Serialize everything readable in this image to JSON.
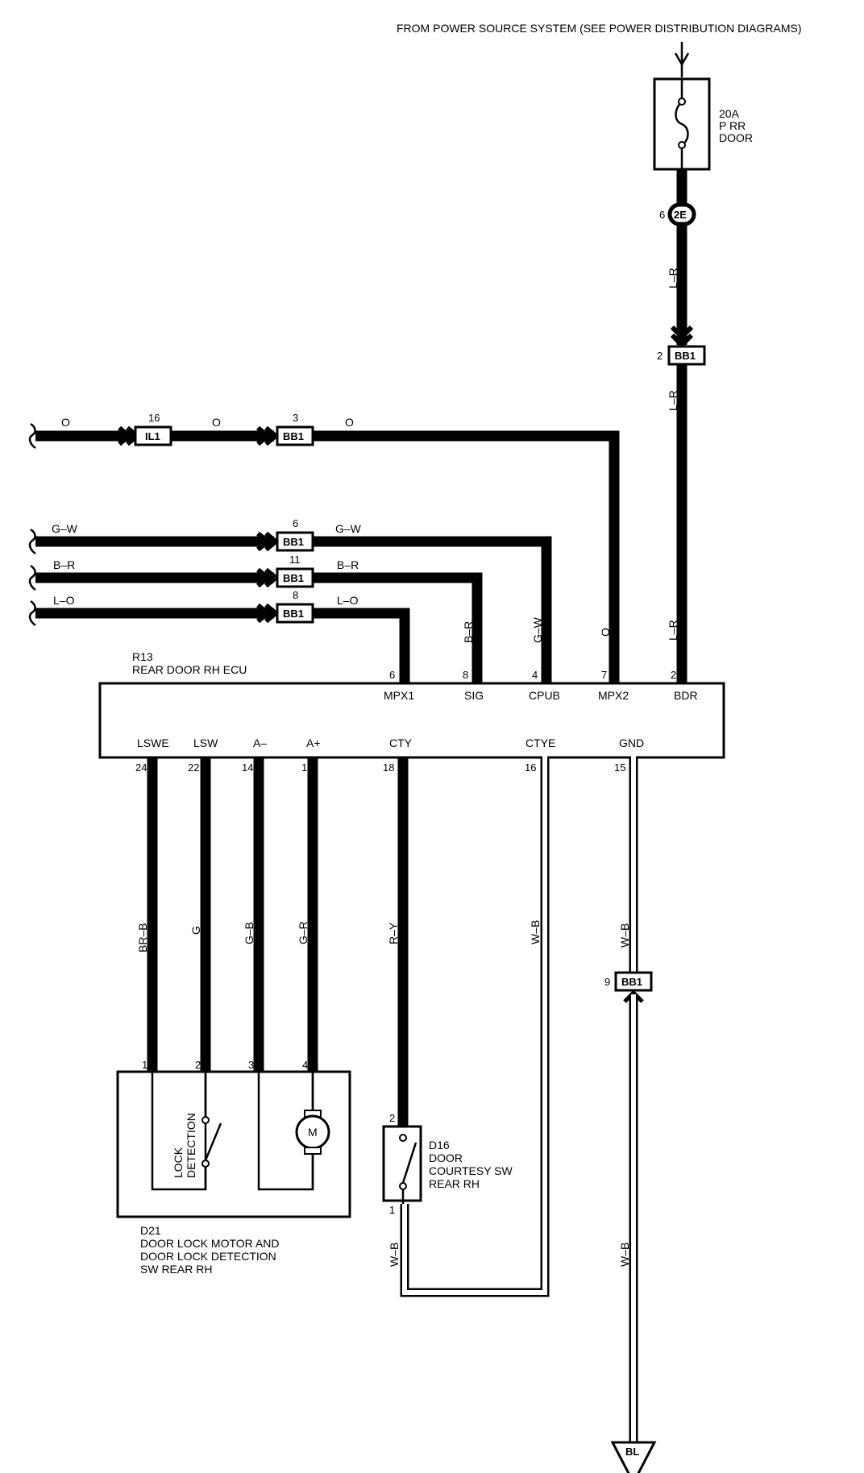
{
  "power_source": "FROM POWER SOURCE SYSTEM (SEE POWER DISTRIBUTION DIAGRAMS)",
  "fuse": {
    "line1": "20A",
    "line2": "P RR",
    "line3": "DOOR"
  },
  "joint_2e": {
    "pin": "6",
    "id": "2E"
  },
  "wires": {
    "o": "O",
    "g_w": "G–W",
    "b_r": "B–R",
    "l_o": "L–O",
    "l_r": "L–R",
    "br_b": "BR–B",
    "g": "G",
    "g_b": "G–B",
    "g_r": "G–R",
    "r_y": "R–Y",
    "w_b": "W–B"
  },
  "connectors": {
    "il1_16": {
      "pin": "16",
      "id": "IL1"
    },
    "bb1_3": {
      "pin": "3",
      "id": "BB1"
    },
    "bb1_6": {
      "pin": "6",
      "id": "BB1"
    },
    "bb1_11": {
      "pin": "11",
      "id": "BB1"
    },
    "bb1_8": {
      "pin": "8",
      "id": "BB1"
    },
    "bb1_2": {
      "pin": "2",
      "id": "BB1"
    },
    "bb1_9": {
      "pin": "9",
      "id": "BB1"
    }
  },
  "ecu": {
    "code": "R13",
    "name": "REAR DOOR RH ECU",
    "top_pins": [
      {
        "num": "6",
        "name": "MPX1"
      },
      {
        "num": "8",
        "name": "SIG"
      },
      {
        "num": "4",
        "name": "CPUB"
      },
      {
        "num": "7",
        "name": "MPX2"
      },
      {
        "num": "2",
        "name": "BDR"
      }
    ],
    "bottom_pins": [
      {
        "num": "24",
        "name": "LSWE"
      },
      {
        "num": "22",
        "name": "LSW"
      },
      {
        "num": "14",
        "name": "A–"
      },
      {
        "num": "1",
        "name": "A+"
      },
      {
        "num": "18",
        "name": "CTY"
      },
      {
        "num": "16",
        "name": "CTYE"
      },
      {
        "num": "15",
        "name": "GND"
      }
    ]
  },
  "d21": {
    "code": "D21",
    "line1": "DOOR LOCK MOTOR AND",
    "line2": "DOOR LOCK DETECTION",
    "line3": "SW REAR RH",
    "pins": [
      "1",
      "2",
      "3",
      "4"
    ],
    "switch_label_1": "LOCK",
    "switch_label_2": "DETECTION",
    "motor": "M"
  },
  "d16": {
    "code": "D16",
    "line1": "DOOR",
    "line2": "COURTESY SW",
    "line3": "REAR RH",
    "pin_top": "2",
    "pin_bottom": "1"
  },
  "ground": {
    "id": "BL"
  }
}
